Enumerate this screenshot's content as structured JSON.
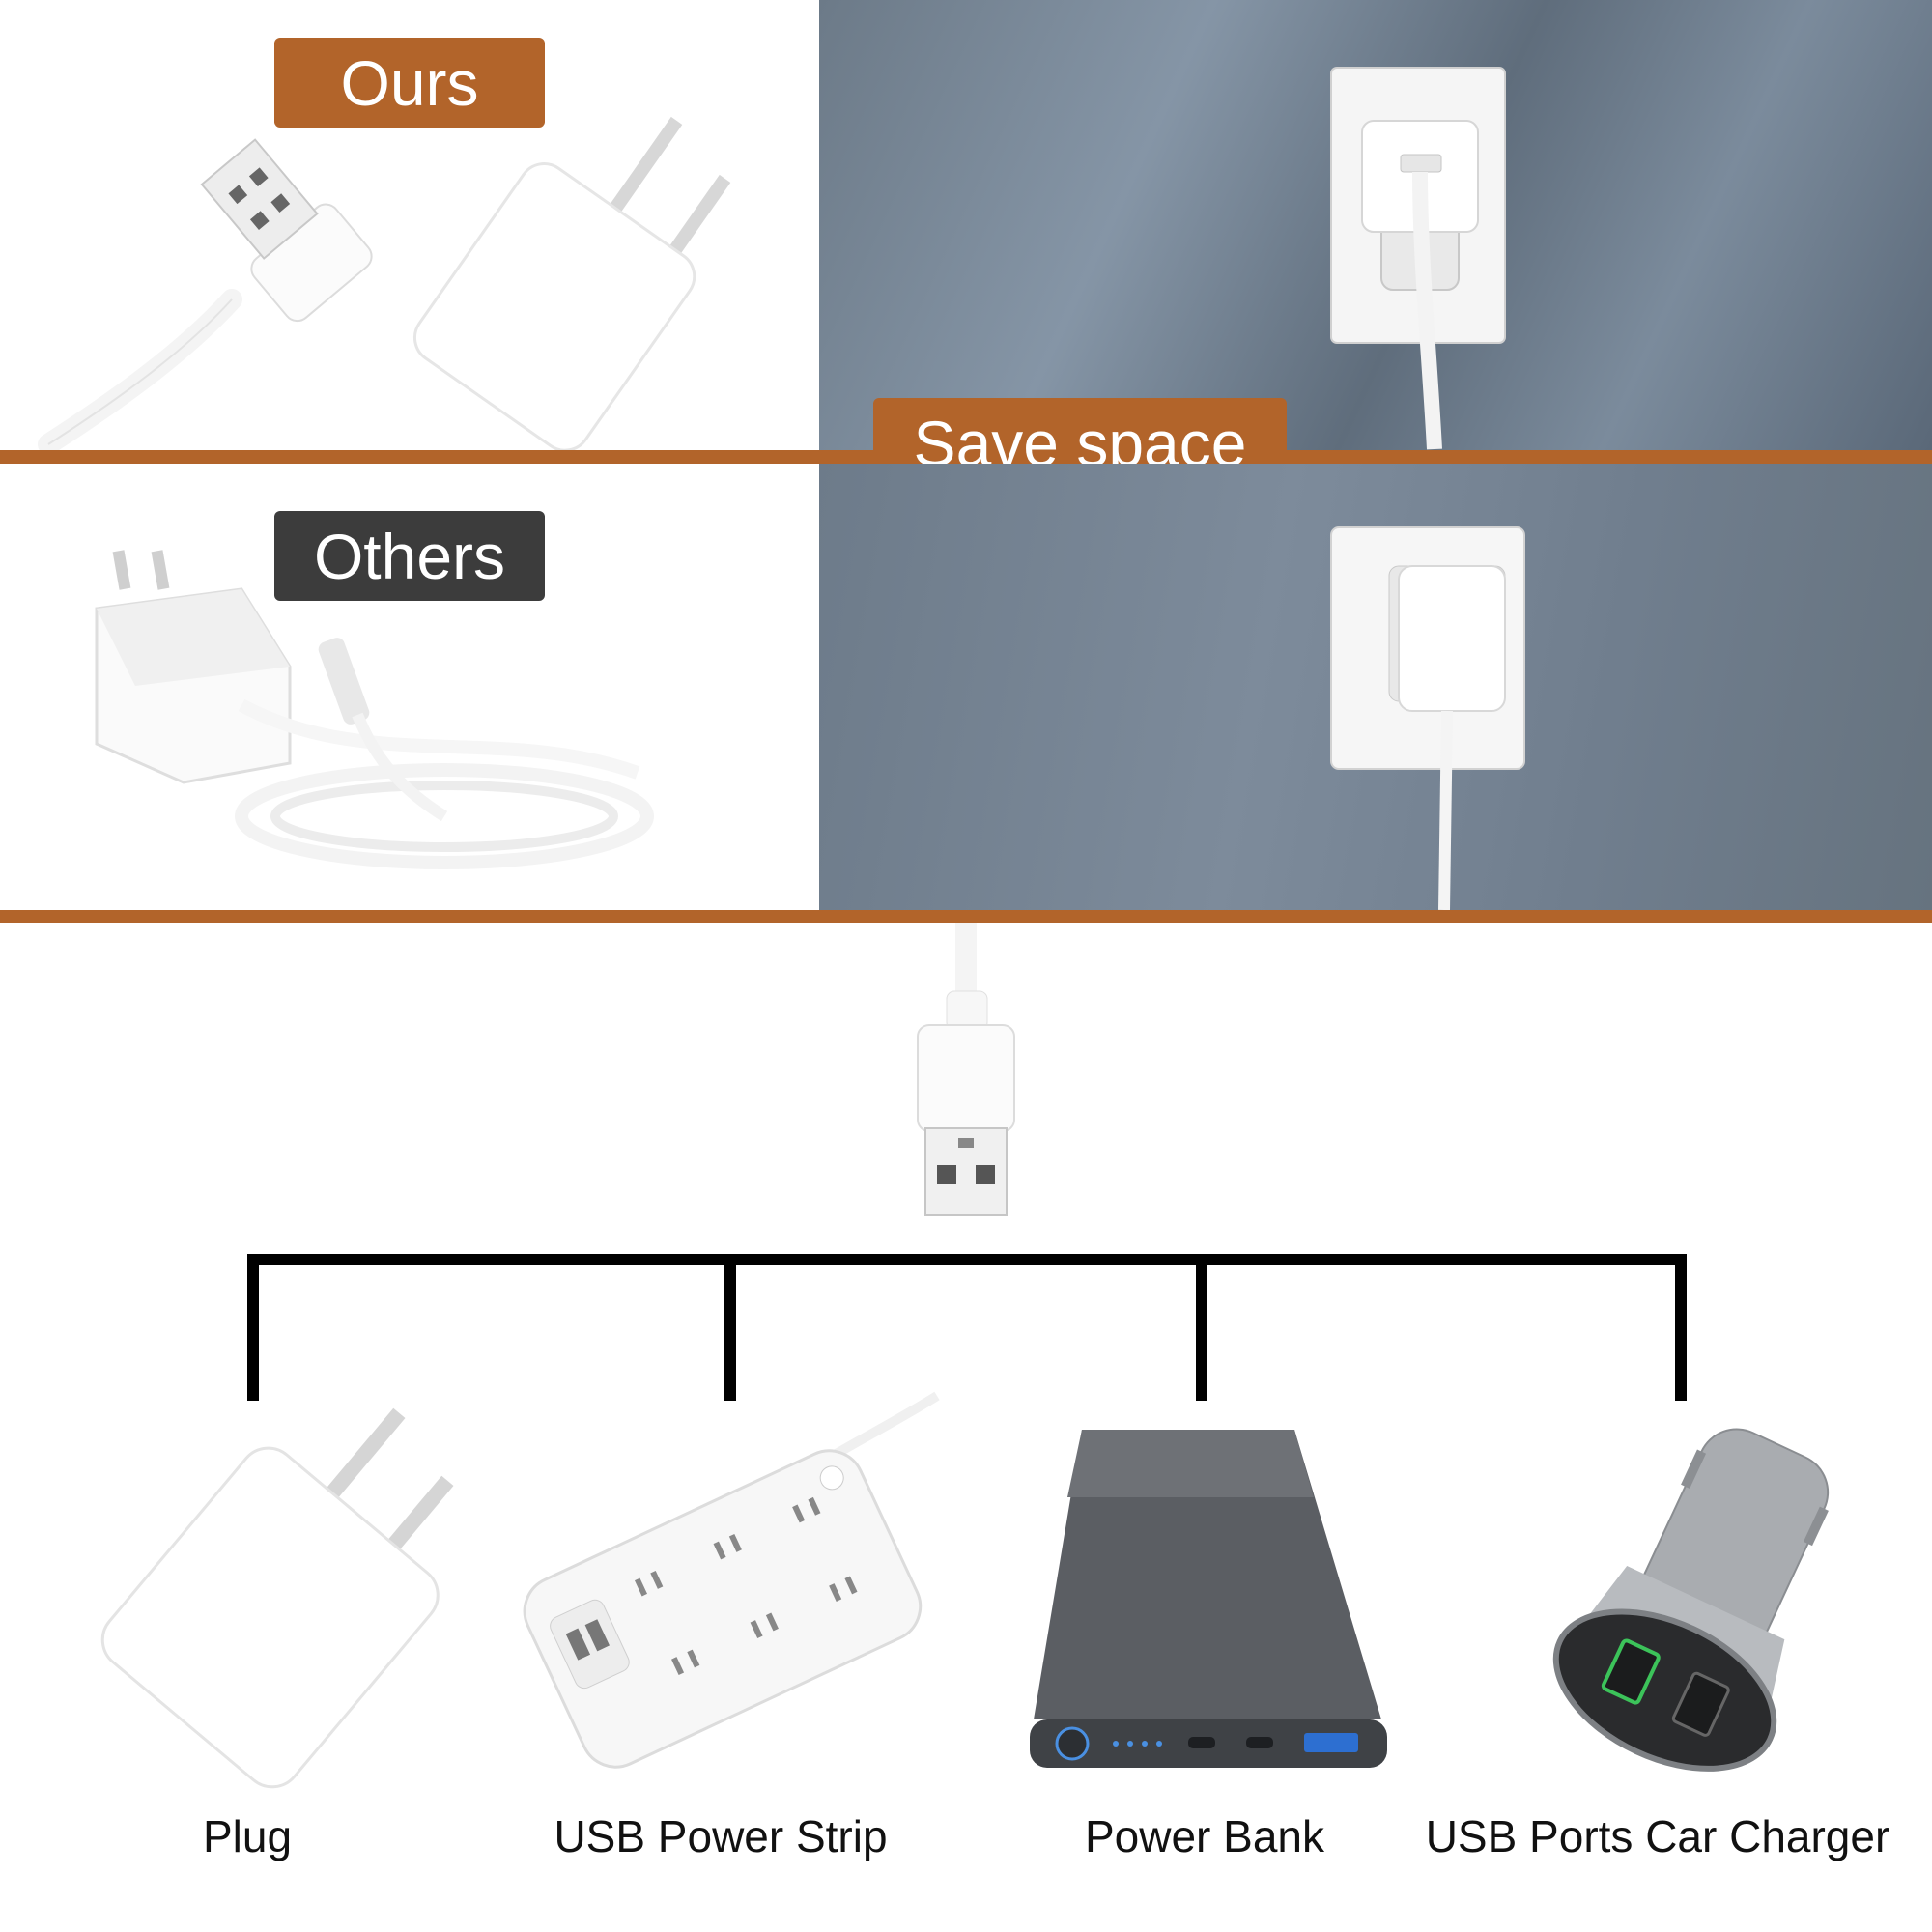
{
  "colors": {
    "brand": "#b2642a",
    "dark_label": "#3c3c3c",
    "wall": "#75838f"
  },
  "labels": {
    "ours": "Ours",
    "others": "Others",
    "save_space": "Save space"
  },
  "devices": [
    {
      "label": "Plug",
      "icon": "wall-plug-adapter-icon"
    },
    {
      "label": "USB Power Strip",
      "icon": "usb-power-strip-icon"
    },
    {
      "label": "Power Bank",
      "icon": "power-bank-icon"
    },
    {
      "label": "USB Ports Car Charger",
      "icon": "car-charger-icon"
    }
  ]
}
